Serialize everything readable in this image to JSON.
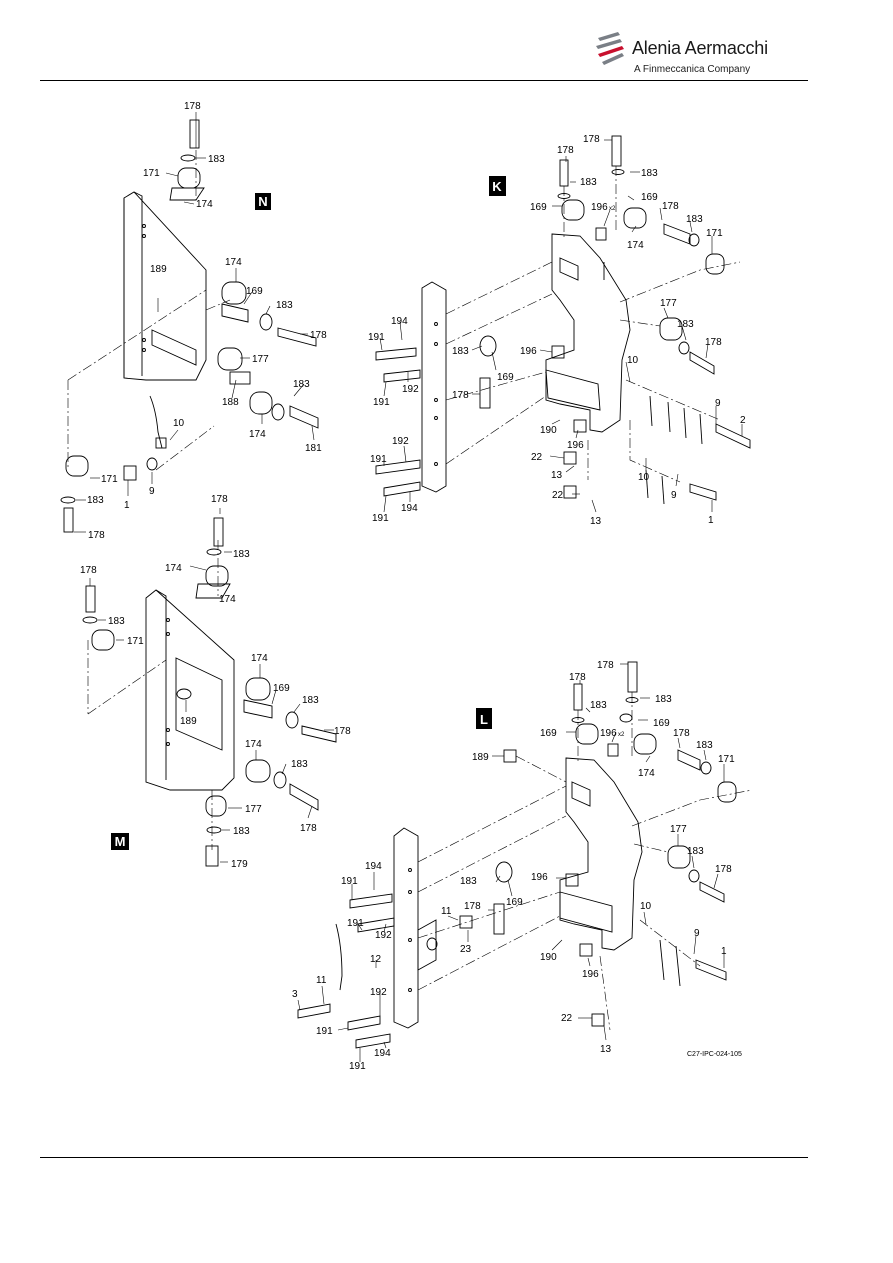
{
  "header": {
    "company": "Alenia Aermacchi",
    "subtitle": "A Finmeccanica Company"
  },
  "figure_ref": "C27-IPC-024-105",
  "views": [
    {
      "letter": "N"
    },
    {
      "letter": "K"
    },
    {
      "letter": "M"
    },
    {
      "letter": "L"
    }
  ],
  "callouts": [
    {
      "text": "178"
    },
    {
      "text": "183"
    },
    {
      "text": "171"
    },
    {
      "text": "174"
    },
    {
      "text": "189"
    },
    {
      "text": "174"
    },
    {
      "text": "169"
    },
    {
      "text": "183"
    },
    {
      "text": "178"
    },
    {
      "text": "177"
    },
    {
      "text": "183"
    },
    {
      "text": "188"
    },
    {
      "text": "174"
    },
    {
      "text": "181"
    },
    {
      "text": "10"
    },
    {
      "text": "171"
    },
    {
      "text": "9"
    },
    {
      "text": "1"
    },
    {
      "text": "183"
    },
    {
      "text": "178"
    },
    {
      "text": "178"
    },
    {
      "text": "183"
    },
    {
      "text": "178"
    },
    {
      "text": "183"
    },
    {
      "text": "169"
    },
    {
      "text": "169"
    },
    {
      "text": "196"
    },
    {
      "text": "x2"
    },
    {
      "text": "174"
    },
    {
      "text": "178"
    },
    {
      "text": "183"
    },
    {
      "text": "171"
    },
    {
      "text": "177"
    },
    {
      "text": "183"
    },
    {
      "text": "178"
    },
    {
      "text": "194"
    },
    {
      "text": "191"
    },
    {
      "text": "183"
    },
    {
      "text": "196"
    },
    {
      "text": "169"
    },
    {
      "text": "192"
    },
    {
      "text": "191"
    },
    {
      "text": "178"
    },
    {
      "text": "10"
    },
    {
      "text": "9"
    },
    {
      "text": "2"
    },
    {
      "text": "190"
    },
    {
      "text": "196"
    },
    {
      "text": "192"
    },
    {
      "text": "22"
    },
    {
      "text": "191"
    },
    {
      "text": "13"
    },
    {
      "text": "10"
    },
    {
      "text": "9"
    },
    {
      "text": "22"
    },
    {
      "text": "191"
    },
    {
      "text": "194"
    },
    {
      "text": "13"
    },
    {
      "text": "1"
    },
    {
      "text": "178"
    },
    {
      "text": "183"
    },
    {
      "text": "174"
    },
    {
      "text": "174"
    },
    {
      "text": "178"
    },
    {
      "text": "183"
    },
    {
      "text": "171"
    },
    {
      "text": "174"
    },
    {
      "text": "169"
    },
    {
      "text": "183"
    },
    {
      "text": "189"
    },
    {
      "text": "178"
    },
    {
      "text": "174"
    },
    {
      "text": "183"
    },
    {
      "text": "177"
    },
    {
      "text": "178"
    },
    {
      "text": "183"
    },
    {
      "text": "179"
    },
    {
      "text": "178"
    },
    {
      "text": "178"
    },
    {
      "text": "183"
    },
    {
      "text": "183"
    },
    {
      "text": "169"
    },
    {
      "text": "169"
    },
    {
      "text": "196"
    },
    {
      "text": "x2"
    },
    {
      "text": "189"
    },
    {
      "text": "174"
    },
    {
      "text": "178"
    },
    {
      "text": "183"
    },
    {
      "text": "171"
    },
    {
      "text": "177"
    },
    {
      "text": "183"
    },
    {
      "text": "178"
    },
    {
      "text": "194"
    },
    {
      "text": "196"
    },
    {
      "text": "191"
    },
    {
      "text": "183"
    },
    {
      "text": "178"
    },
    {
      "text": "169"
    },
    {
      "text": "10"
    },
    {
      "text": "191"
    },
    {
      "text": "192"
    },
    {
      "text": "11"
    },
    {
      "text": "23"
    },
    {
      "text": "9"
    },
    {
      "text": "12"
    },
    {
      "text": "190"
    },
    {
      "text": "1"
    },
    {
      "text": "11"
    },
    {
      "text": "192"
    },
    {
      "text": "196"
    },
    {
      "text": "3"
    },
    {
      "text": "191"
    },
    {
      "text": "194"
    },
    {
      "text": "22"
    },
    {
      "text": "191"
    },
    {
      "text": "13"
    }
  ]
}
